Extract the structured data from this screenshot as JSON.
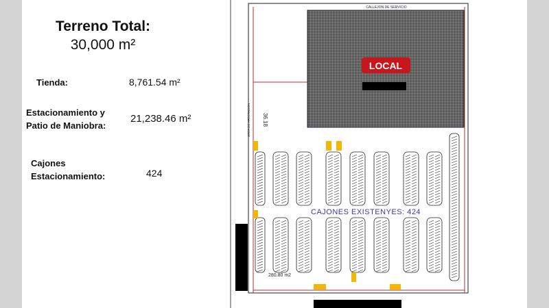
{
  "summary": {
    "title": "Terreno Total:",
    "total_area": "30,000 m²",
    "rows": [
      {
        "label": "Tienda:",
        "value": "8,761.54 m²"
      },
      {
        "label": "Estacionamiento y Patio de Maniobra:",
        "label_line1": "Estacionamiento y",
        "label_line2": "Patio de Maniobra:",
        "value": "21,238.46 m²"
      },
      {
        "label": "Cajones Estacionamiento:",
        "label_line1": "Cajones",
        "label_line2": "Estacionamiento:",
        "value": "424"
      }
    ]
  },
  "plan": {
    "service_alley": "CALLEJON DE SERVICIO",
    "building_label": "LOCAL",
    "parking_label": "CAJONES  EXISTENYES:   424",
    "side_area": "AREA DE AFECTACION",
    "dimension": "36.18",
    "area_note": "280.80  m2",
    "colors": {
      "local": "#c8161d",
      "grid": "#4a4a4a",
      "boundary": "#b03030",
      "accent": "#f2b705",
      "text_blue": "#3a3aa8"
    }
  }
}
